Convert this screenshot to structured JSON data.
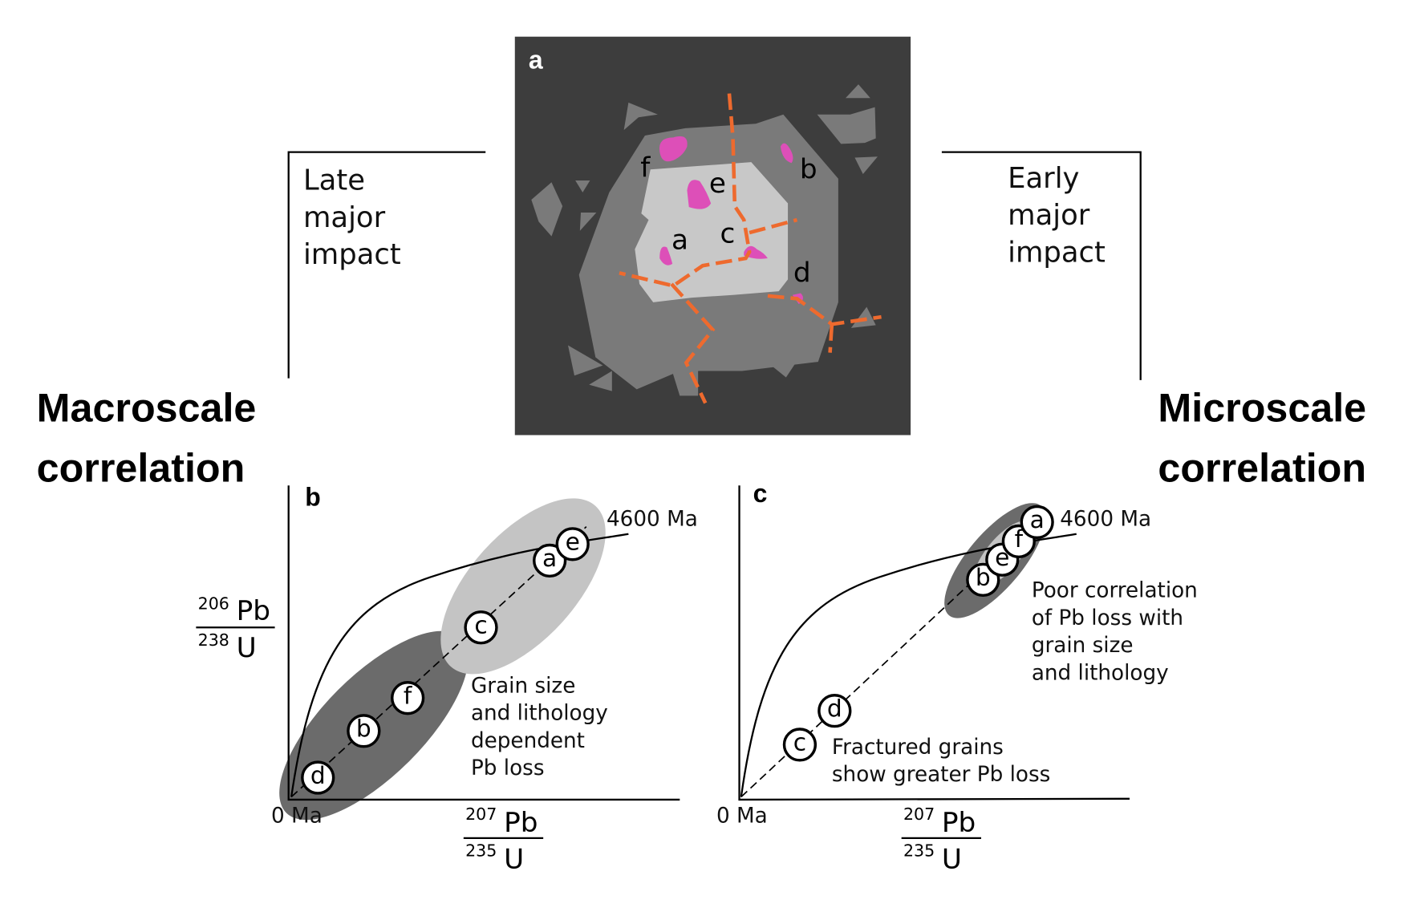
{
  "colors": {
    "background": "#3d3d3d",
    "rim": "#7a7a7a",
    "core": "#c8c8c8",
    "zircon": "#dd4fb8",
    "fracture": "#ee6a2e",
    "ellipse_dark": "#6b6b6b",
    "ellipse_light": "#c4c4c4"
  },
  "panel_a": {
    "label": "a",
    "grain_labels": [
      "f",
      "e",
      "b",
      "a",
      "c",
      "d"
    ]
  },
  "left": {
    "title_line1": "Macroscale",
    "title_line2": "correlation",
    "bracket_line1": "Late",
    "bracket_line2": "major",
    "bracket_line3": "impact"
  },
  "right": {
    "title_line1": "Microscale",
    "title_line2": "correlation",
    "bracket_line1": "Early",
    "bracket_line2": "major",
    "bracket_line3": "impact"
  },
  "panel_b": {
    "label": "b",
    "concordia_top": "4600 Ma",
    "origin": "0 Ma",
    "ylabel_num_sup": "206",
    "ylabel_num": "Pb",
    "ylabel_den_sup": "238",
    "ylabel_den": "U",
    "xlabel_num_sup": "207",
    "xlabel_num": "Pb",
    "xlabel_den_sup": "235",
    "xlabel_den": "U",
    "points": [
      "d",
      "b",
      "f",
      "c",
      "a",
      "e"
    ],
    "note": [
      "Grain size",
      "and lithology",
      "dependent",
      "Pb loss"
    ]
  },
  "panel_c": {
    "label": "c",
    "concordia_top": "4600 Ma",
    "origin": "0 Ma",
    "xlabel_num_sup": "207",
    "xlabel_num": "Pb",
    "xlabel_den_sup": "235",
    "xlabel_den": "U",
    "points": [
      "c",
      "d",
      "b",
      "e",
      "f",
      "a"
    ],
    "note_top": [
      "Poor correlation",
      "of Pb loss with",
      "grain size",
      "and lithology"
    ],
    "note_bottom": [
      "Fractured grains",
      "show greater Pb loss"
    ]
  }
}
